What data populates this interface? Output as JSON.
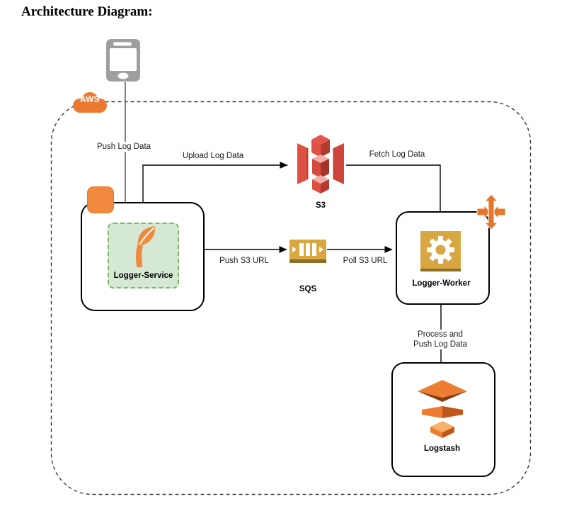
{
  "page": {
    "title": "Architecture Diagram:"
  },
  "cloud": {
    "label": "AWS"
  },
  "nodes": {
    "client": {
      "icon": "smartphone-icon"
    },
    "logger_service": {
      "label": "Logger-Service",
      "icon": "leaf-icon"
    },
    "s3": {
      "label": "S3",
      "icon": "s3-bucket-icon"
    },
    "sqs": {
      "label": "SQS",
      "icon": "sqs-queue-icon"
    },
    "logger_worker": {
      "label": "Logger-Worker",
      "icon": "gear-icon",
      "badge_icon": "auto-scaling-arrows-icon"
    },
    "logstash": {
      "label": "Logstash",
      "icon": "logstash-icon"
    }
  },
  "edges": {
    "push_log_data": {
      "label": "Push Log Data",
      "from": "client",
      "to": "logger_service"
    },
    "upload_log_data": {
      "label": "Upload Log Data",
      "from": "logger_service",
      "to": "s3"
    },
    "fetch_log_data": {
      "label": "Fetch Log Data",
      "from": "s3",
      "to": "logger_worker"
    },
    "push_s3_url": {
      "label": "Push S3 URL",
      "from": "logger_service",
      "to": "sqs"
    },
    "poll_s3_url": {
      "label": "Poll S3 URL",
      "from": "sqs",
      "to": "logger_worker"
    },
    "process_and_push": {
      "label_line1": "Process and",
      "label_line2": "Push Log Data",
      "from": "logger_worker",
      "to": "logstash"
    }
  },
  "colors": {
    "aws_orange": "#EC7A2E",
    "accent_orange": "#F0883E",
    "green_fill": "#D5E8D4",
    "green_border": "#82B366",
    "gold": "#D9A741",
    "gold_dark": "#8A6D26",
    "s3_red": "#DE5142",
    "logstash_dark": "#8A3B11",
    "phone_gray": "#9E9EA0",
    "line": "#000000"
  }
}
